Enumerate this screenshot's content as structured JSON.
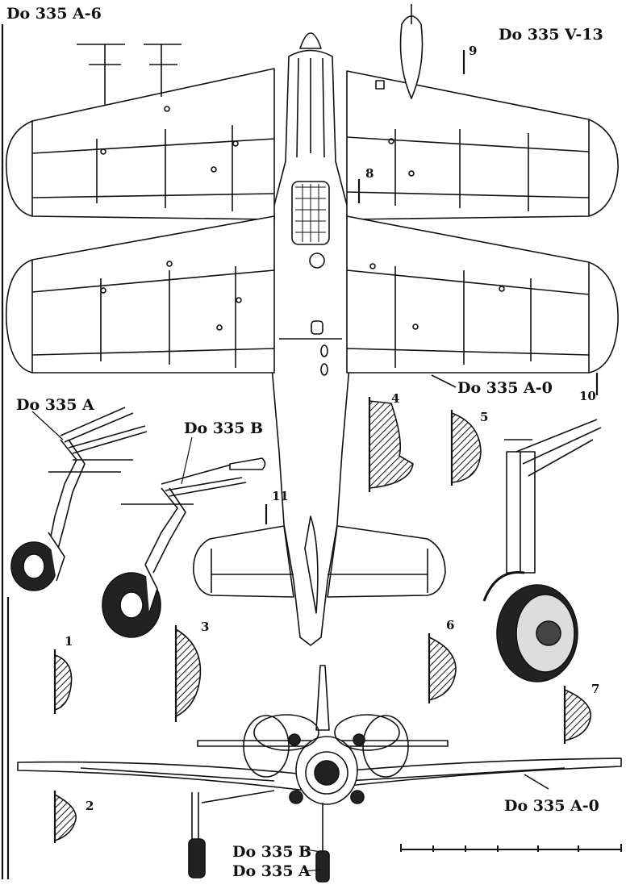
{
  "labels": {
    "a6": "Do 335 A-6",
    "v13": "Do 335 V-13",
    "a0_top": "Do 335 A-0",
    "a_gear": "Do 335 A",
    "b_gear": "Do 335 B",
    "a0_front": "Do 335 A-0",
    "b_front": "Do 335 B",
    "a_front": "Do 335 A"
  },
  "section_numbers": {
    "n1": "1",
    "n2": "2",
    "n3": "3",
    "n4": "4",
    "n5": "5",
    "n6": "6",
    "n7": "7",
    "n8": "8",
    "n9": "9",
    "n10": "10",
    "n11": "11"
  },
  "colors": {
    "ink": "#111111",
    "paper": "#ffffff",
    "hatch": "#222222"
  }
}
